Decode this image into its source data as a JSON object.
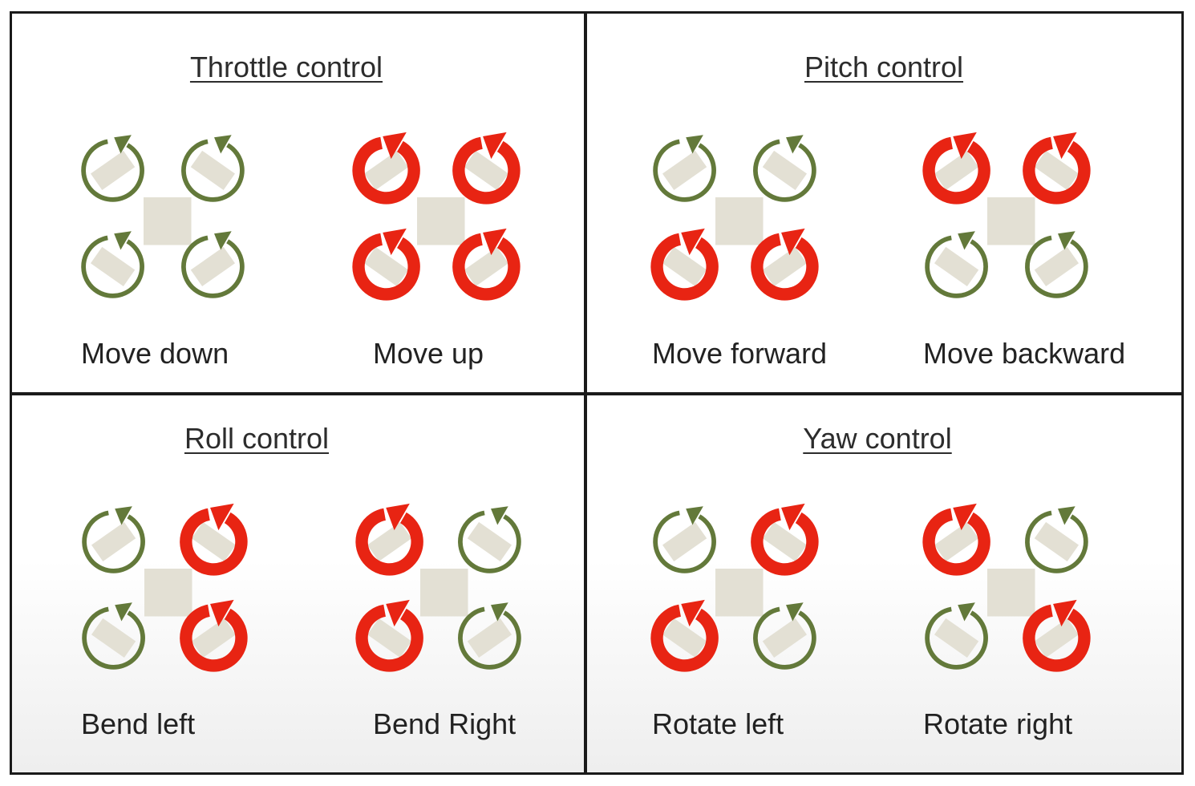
{
  "colors": {
    "low_speed": "#63793a",
    "high_speed": "#e82413",
    "frame": "#e3e0d4",
    "border": "#1a1a1a"
  },
  "panels": [
    {
      "title": "Throttle control",
      "drones": [
        {
          "caption": "Move down",
          "rotors": [
            "low",
            "low",
            "low",
            "low"
          ]
        },
        {
          "caption": "Move up",
          "rotors": [
            "high",
            "high",
            "high",
            "high"
          ]
        }
      ]
    },
    {
      "title": "Pitch control",
      "drones": [
        {
          "caption": "Move forward",
          "rotors": [
            "low",
            "low",
            "high",
            "high"
          ]
        },
        {
          "caption": "Move backward",
          "rotors": [
            "high",
            "high",
            "low",
            "low"
          ]
        }
      ]
    },
    {
      "title": "Roll control",
      "drones": [
        {
          "caption": "Bend left",
          "rotors": [
            "low",
            "high",
            "low",
            "high"
          ]
        },
        {
          "caption": "Bend Right",
          "rotors": [
            "high",
            "low",
            "high",
            "low"
          ]
        }
      ]
    },
    {
      "title": "Yaw control",
      "drones": [
        {
          "caption": "Rotate left",
          "rotors": [
            "low",
            "high",
            "high",
            "low"
          ]
        },
        {
          "caption": "Rotate right",
          "rotors": [
            "high",
            "low",
            "low",
            "high"
          ]
        }
      ]
    }
  ]
}
